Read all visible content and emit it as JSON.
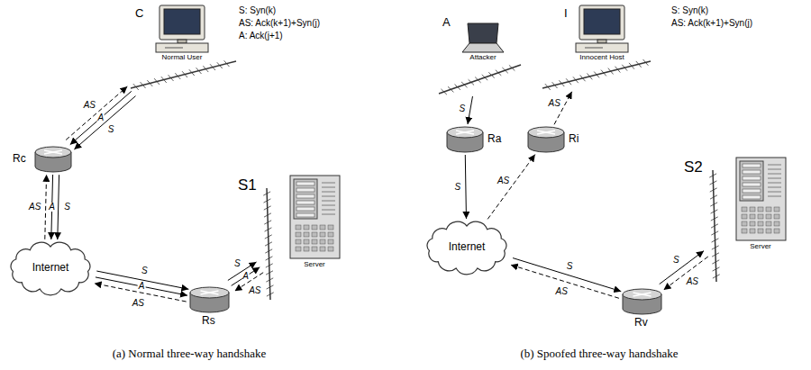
{
  "diagram": {
    "nodes": [
      {
        "text": [
          "C",
          "Normal User"
        ]
      },
      {
        "text": [
          "Rc"
        ]
      },
      {
        "text": [
          "Internet"
        ]
      },
      {
        "text": [
          "Rs"
        ]
      },
      {
        "text": [
          "S1",
          "Server"
        ]
      },
      {
        "text": [
          "A",
          "Attacker"
        ]
      },
      {
        "text": [
          "I",
          "Innocent Host"
        ]
      },
      {
        "text": [
          "Ra"
        ]
      },
      {
        "text": [
          "Ri"
        ]
      },
      {
        "text": [
          "Internet"
        ]
      },
      {
        "text": [
          "Rv"
        ]
      },
      {
        "text": [
          "S2",
          "Server"
        ]
      }
    ],
    "edges": [
      {
        "from": 0,
        "to": 1,
        "label": "S",
        "arrow": "to"
      },
      {
        "from": 1,
        "to": 0,
        "label": "AS",
        "arrow": "to"
      },
      {
        "from": 0,
        "to": 1,
        "label": "A",
        "arrow": "to"
      },
      {
        "from": 1,
        "to": 2,
        "label": "S",
        "arrow": "to"
      },
      {
        "from": 2,
        "to": 1,
        "label": "AS",
        "arrow": "to"
      },
      {
        "from": 1,
        "to": 2,
        "label": "A",
        "arrow": "to"
      },
      {
        "from": 2,
        "to": 3,
        "label": "S",
        "arrow": "to"
      },
      {
        "from": 3,
        "to": 2,
        "label": "AS",
        "arrow": "to"
      },
      {
        "from": 2,
        "to": 3,
        "label": "A",
        "arrow": "to"
      },
      {
        "from": 3,
        "to": 4,
        "label": "S",
        "arrow": "to"
      },
      {
        "from": 4,
        "to": 3,
        "label": "AS",
        "arrow": "to"
      },
      {
        "from": 3,
        "to": 4,
        "label": "A",
        "arrow": "to"
      },
      {
        "from": 5,
        "to": 7,
        "label": "S",
        "arrow": "to"
      },
      {
        "from": 7,
        "to": 9,
        "label": "S",
        "arrow": "to"
      },
      {
        "from": 9,
        "to": 8,
        "label": "AS",
        "arrow": "to"
      },
      {
        "from": 8,
        "to": 6,
        "label": "AS",
        "arrow": "to"
      },
      {
        "from": 9,
        "to": 10,
        "label": "S",
        "arrow": "to"
      },
      {
        "from": 10,
        "to": 9,
        "label": "AS",
        "arrow": "to"
      },
      {
        "from": 10,
        "to": 11,
        "label": "S",
        "arrow": "to"
      },
      {
        "from": 11,
        "to": 10,
        "label": "AS",
        "arrow": "to"
      }
    ],
    "labels": [
      "S: Syn(k)",
      "AS: Ack(k+1)+Syn(j)",
      "A: Ack(j+1)",
      "(a) Normal three-way handshake",
      "S: Syn(k)",
      "AS: Ack(k+1)+Syn(j)",
      "(b) Spoofed three-way handshake"
    ]
  }
}
